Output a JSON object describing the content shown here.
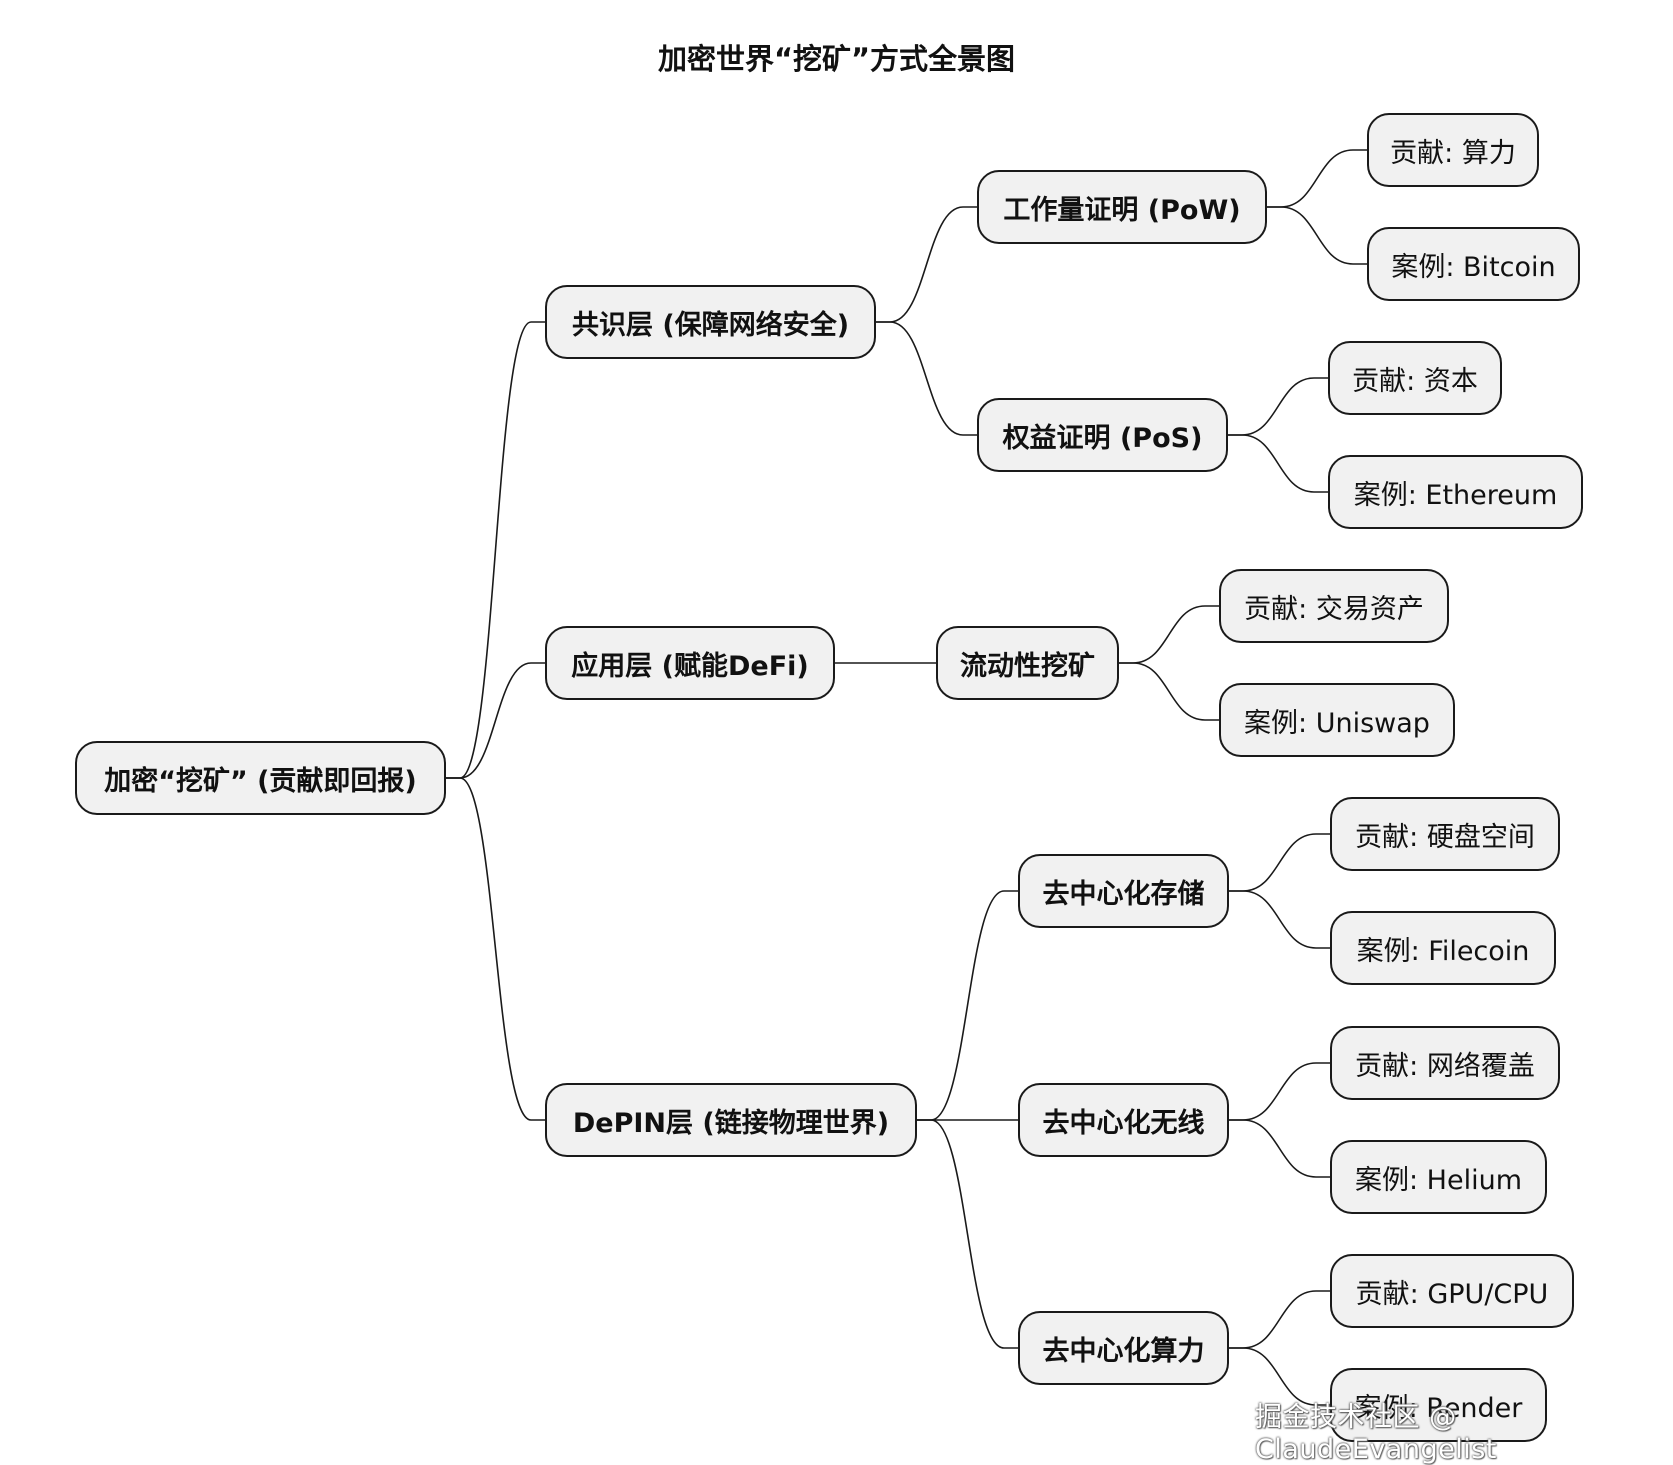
{
  "title": "加密世界“挖矿”方式全景图",
  "root": {
    "label": "加密“挖矿” (贡献即回报)"
  },
  "layers": [
    {
      "label": "共识层 (保障网络安全)",
      "items": [
        {
          "label": "工作量证明 (PoW)",
          "leaves": [
            "贡献: 算力",
            "案例: Bitcoin"
          ]
        },
        {
          "label": "权益证明 (PoS)",
          "leaves": [
            "贡献: 资本",
            "案例: Ethereum"
          ]
        }
      ]
    },
    {
      "label": "应用层 (赋能DeFi)",
      "items": [
        {
          "label": "流动性挖矿",
          "leaves": [
            "贡献: 交易资产",
            "案例: Uniswap"
          ]
        }
      ]
    },
    {
      "label": "DePIN层 (链接物理世界)",
      "items": [
        {
          "label": "去中心化存储",
          "leaves": [
            "贡献: 硬盘空间",
            "案例: Filecoin"
          ]
        },
        {
          "label": "去中心化无线",
          "leaves": [
            "贡献: 网络覆盖",
            "案例: Helium"
          ]
        },
        {
          "label": "去中心化算力",
          "leaves": [
            "贡献: GPU/CPU",
            "案例: Render"
          ]
        }
      ]
    }
  ],
  "watermark": "掘金技术社区 @ ClaudeEvangelist"
}
